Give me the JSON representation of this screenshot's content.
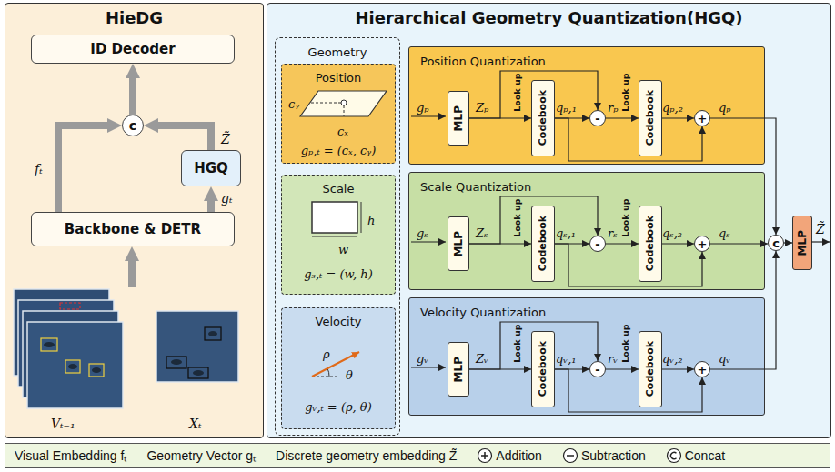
{
  "diagram": {
    "nodes": [
      {
        "text": [
          "HieDG"
        ]
      },
      {
        "text": [
          "ID Decoder"
        ],
        "in": 0
      },
      {
        "text": [
          "c"
        ],
        "in": 0
      },
      {
        "text": [
          "HGQ"
        ],
        "in": 0
      },
      {
        "text": [
          "Backbone & DETR"
        ],
        "in": 0
      },
      {
        "text": [
          "Hierarchical Geometry Quantization(HGQ)"
        ]
      },
      {
        "text": [
          "Geometry"
        ],
        "in": 5
      },
      {
        "text": [
          "Position",
          "cᵧ",
          "cₓ",
          "gₚ,ₜ = (cₓ, cᵧ)"
        ],
        "in": 6
      },
      {
        "text": [
          "Scale",
          "h",
          "w",
          "gₛ,ₜ = (w, h)"
        ],
        "in": 6
      },
      {
        "text": [
          "Velocity",
          "ρ",
          "θ",
          "gᵥ,ₜ = (ρ, θ)"
        ],
        "in": 6
      },
      {
        "text": [
          "Position Quantization"
        ],
        "in": 5
      },
      {
        "text": [
          "MLP"
        ],
        "in": 10
      },
      {
        "text": [
          "Codebook"
        ],
        "in": 10
      },
      {
        "text": [
          "-"
        ],
        "in": 10
      },
      {
        "text": [
          "Codebook"
        ],
        "in": 10
      },
      {
        "text": [
          "+"
        ],
        "in": 10
      },
      {
        "text": [
          "Scale Quantization"
        ],
        "in": 5
      },
      {
        "text": [
          "MLP"
        ],
        "in": 16
      },
      {
        "text": [
          "Codebook"
        ],
        "in": 16
      },
      {
        "text": [
          "-"
        ],
        "in": 16
      },
      {
        "text": [
          "Codebook"
        ],
        "in": 16
      },
      {
        "text": [
          "+"
        ],
        "in": 16
      },
      {
        "text": [
          "Velocity Quantization"
        ],
        "in": 5
      },
      {
        "text": [
          "MLP"
        ],
        "in": 22
      },
      {
        "text": [
          "Codebook"
        ],
        "in": 22
      },
      {
        "text": [
          "-"
        ],
        "in": 22
      },
      {
        "text": [
          "Codebook"
        ],
        "in": 22
      },
      {
        "text": [
          "+"
        ],
        "in": 22
      },
      {
        "text": [
          "c"
        ],
        "in": 5
      },
      {
        "text": [
          "MLP"
        ],
        "in": 5
      }
    ],
    "edges": [
      {
        "from": 4,
        "to": 2,
        "arrow": "to"
      },
      {
        "from": 3,
        "to": 2,
        "arrow": "to"
      },
      {
        "from": 2,
        "to": 1,
        "arrow": "to"
      },
      {
        "from": 4,
        "to": 3,
        "arrow": "to"
      },
      {
        "from": 11,
        "to": 12,
        "arrow": "to"
      },
      {
        "from": 11,
        "to": 13,
        "arrow": "to"
      },
      {
        "from": 12,
        "to": 13,
        "arrow": "to"
      },
      {
        "from": 13,
        "to": 14,
        "arrow": "to"
      },
      {
        "from": 14,
        "to": 15,
        "arrow": "to"
      },
      {
        "from": 12,
        "to": 15,
        "arrow": "to"
      },
      {
        "from": 15,
        "to": 28,
        "arrow": "to"
      },
      {
        "from": 17,
        "to": 18,
        "arrow": "to"
      },
      {
        "from": 17,
        "to": 19,
        "arrow": "to"
      },
      {
        "from": 18,
        "to": 19,
        "arrow": "to"
      },
      {
        "from": 19,
        "to": 20,
        "arrow": "to"
      },
      {
        "from": 20,
        "to": 21,
        "arrow": "to"
      },
      {
        "from": 18,
        "to": 21,
        "arrow": "to"
      },
      {
        "from": 21,
        "to": 28,
        "arrow": "to"
      },
      {
        "from": 23,
        "to": 24,
        "arrow": "to"
      },
      {
        "from": 23,
        "to": 25,
        "arrow": "to"
      },
      {
        "from": 24,
        "to": 25,
        "arrow": "to"
      },
      {
        "from": 25,
        "to": 26,
        "arrow": "to"
      },
      {
        "from": 26,
        "to": 27,
        "arrow": "to"
      },
      {
        "from": 24,
        "to": 27,
        "arrow": "to"
      },
      {
        "from": 27,
        "to": 28,
        "arrow": "to"
      },
      {
        "from": 28,
        "to": 29,
        "arrow": "to"
      }
    ],
    "labels": [
      "fₜ",
      "Z̃",
      "gₜ",
      "Vₜ₋₁",
      "Xₜ",
      "gₚ",
      "Zₚ",
      "Look up",
      "qₚ,₁",
      "rₚ",
      "Look up",
      "qₚ,₂",
      "qₚ",
      "gₛ",
      "Zₛ",
      "Look up",
      "qₛ,₁",
      "rₛ",
      "Look up",
      "qₛ,₂",
      "qₛ",
      "gᵥ",
      "Zᵥ",
      "Look up",
      "qᵥ,₁",
      "rᵥ",
      "Look up",
      "qᵥ,₂",
      "qᵥ",
      "Z̃"
    ],
    "legend": [
      {
        "text": "Visual Embedding fₜ"
      },
      {
        "text": "Geometry Vector gₜ"
      },
      {
        "text": "Discrete geometry embedding Z̃"
      },
      {
        "text": "Addition"
      },
      {
        "text": "Subtraction"
      },
      {
        "text": "Concat"
      }
    ]
  }
}
